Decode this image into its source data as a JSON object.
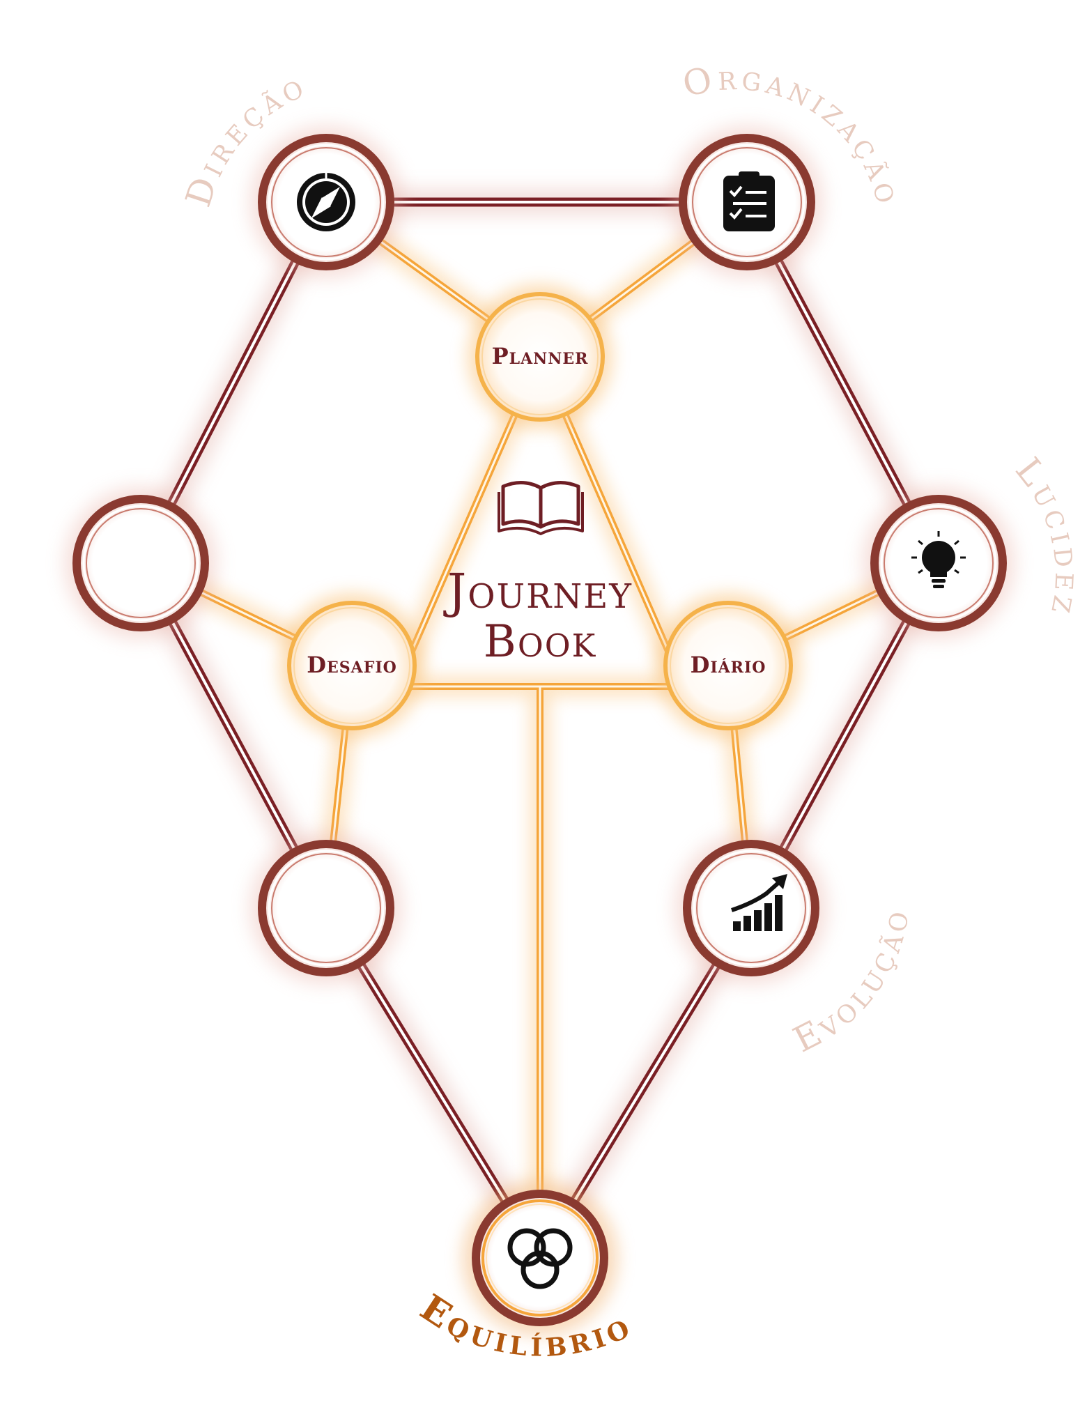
{
  "center": {
    "brand_line1": "Journey",
    "brand_line2": "Book",
    "icon": "open-book-icon"
  },
  "inner_nodes": {
    "planner": "Planner",
    "desafio": "Desafio",
    "diario": "Diário"
  },
  "outer_nodes": {
    "top_left_icon": "compass-icon",
    "top_right_icon": "clipboard-checklist-icon",
    "mid_right_icon": "lightbulb-icon",
    "lower_right_icon": "growth-chart-icon",
    "bottom_icon": "interlocking-circles-icon"
  },
  "arc_labels": {
    "direcao": "Direção",
    "organizacao": "Organização",
    "lucidez": "Lucidez",
    "evolucao": "Evolução",
    "equilibrio": "Equilíbrio"
  },
  "colors": {
    "outer_line": "#7a1f24",
    "outer_ring": "#8a3a30",
    "inner_line": "#f3a233",
    "inner_ring": "#f5b24a",
    "label_dark": "#6e1e24",
    "arc_label_light": "#e7cbbf",
    "arc_label_accent": "#b2580f"
  }
}
